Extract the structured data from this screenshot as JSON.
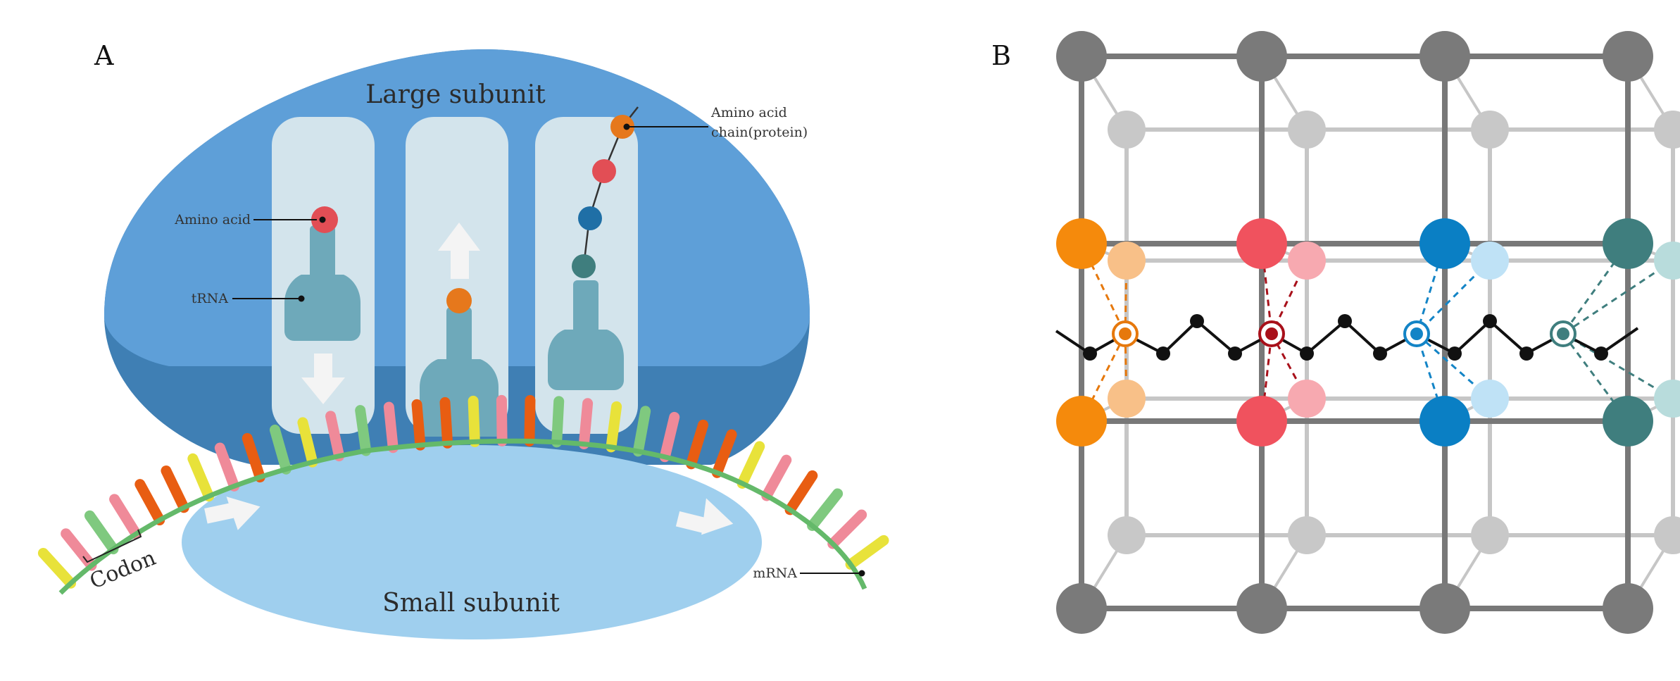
{
  "panel_a": {
    "letter": "A",
    "large_subunit_label": "Large subunit",
    "small_subunit_label": "Small subunit",
    "amino_acid_label": "Amino acid",
    "trna_label": "tRNA",
    "protein_label_line1": "Amino acid",
    "protein_label_line2": "chain(protein)",
    "codon_label": "Codon",
    "mrna_label": "mRNA"
  },
  "panel_b": {
    "letter": "B"
  },
  "colors": {
    "large_subunit": "#5e9fd8",
    "large_subunit_dark": "#3f7fb4",
    "small_subunit": "#9fcfee",
    "trna": "#6ea9ba",
    "mrna_strand": "#64b96a",
    "lattice_dark": "#787878",
    "lattice_light": "#c6c6c6",
    "orange": "#f58a0c",
    "red": "#f0525e",
    "blue": "#0a7fc4",
    "teal": "#3f7e7e"
  }
}
